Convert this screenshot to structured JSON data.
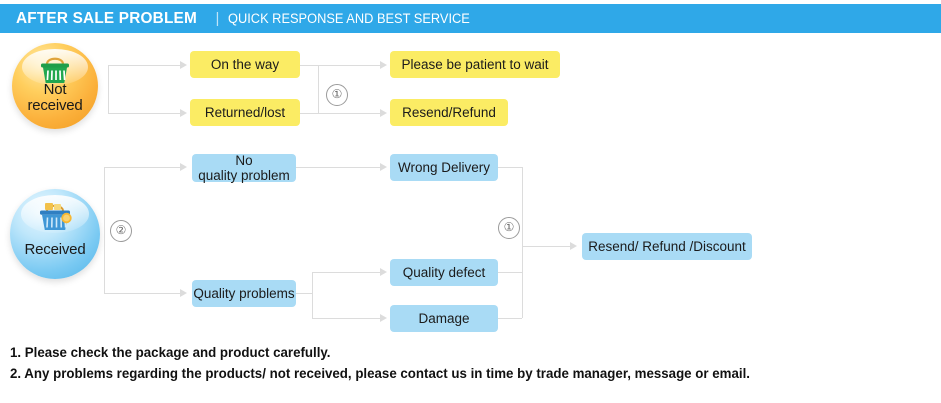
{
  "header": {
    "title": "AFTER SALE PROBLEM",
    "separator": "|",
    "subtitle": "QUICK RESPONSE AND BEST SERVICE",
    "bar_color": "#2fa8e8",
    "text_color": "#ffffff"
  },
  "badges": [
    {
      "id": "not-received",
      "label_line1": "Not",
      "label_line2": "received",
      "icon": "shopping-basket-icon",
      "icon_glyph": "🧺",
      "color": "#fbb03b"
    },
    {
      "id": "received",
      "label_line1": "Received",
      "label_line2": "",
      "icon": "shopping-basket-filled-icon",
      "icon_glyph": "🧺",
      "color": "#79c9f2"
    }
  ],
  "flow": {
    "not_received_branch": {
      "marker": "",
      "stage1": [
        {
          "label": "On the way",
          "color": "#fbec64"
        },
        {
          "label": "Returned/lost",
          "color": "#fbec64"
        }
      ],
      "marker1": "①",
      "stage2": [
        {
          "label": "Please be patient to wait",
          "color": "#fbec64"
        },
        {
          "label": "Resend/Refund",
          "color": "#fbec64"
        }
      ]
    },
    "received_branch": {
      "marker2": "②",
      "stage1": [
        {
          "label_line1": "No",
          "label_line2": "quality problem",
          "color": "#a9dbf5"
        },
        {
          "label_line1": "Quality problems",
          "label_line2": "",
          "color": "#a9dbf5"
        }
      ],
      "stage2": [
        {
          "label": "Wrong Delivery",
          "color": "#a9dbf5"
        },
        {
          "label": "Quality defect",
          "color": "#a9dbf5"
        },
        {
          "label": "Damage",
          "color": "#a9dbf5"
        }
      ],
      "marker1": "①",
      "outcome": {
        "label": "Resend/ Refund /Discount",
        "color": "#a9dbf5"
      }
    }
  },
  "notes": [
    "1. Please check the package and product carefully.",
    "2. Any problems regarding the products/ not received, please contact us in time by trade manager, message or email."
  ]
}
